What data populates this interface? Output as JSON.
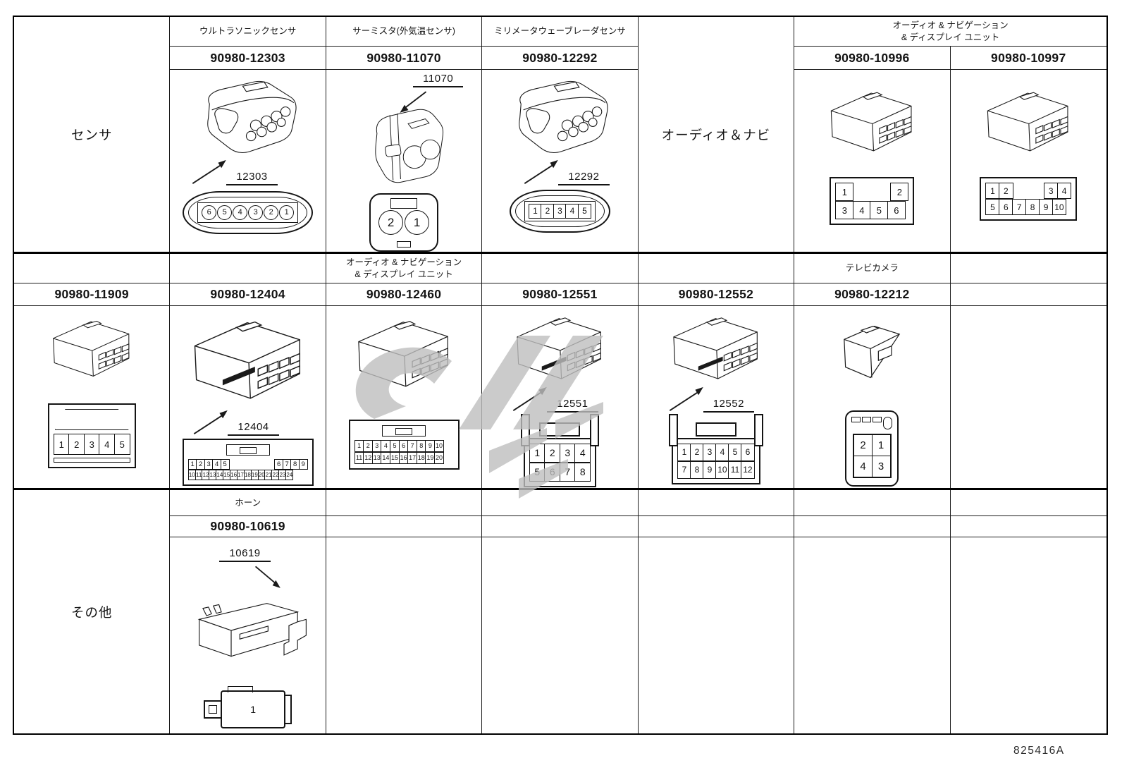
{
  "footer": {
    "figure_code": "825416A"
  },
  "labels": {
    "sensors": "センサ",
    "audio_nav": "オーディオ＆ナビ",
    "others": "その他",
    "tv_camera": "テレビカメラ",
    "audio_nav_unit_line1": "オーディオ & ナビゲーション",
    "audio_nav_unit_line2": "& ディスプレイ  ユニット"
  },
  "cells": {
    "c12303": {
      "header": "ウルトラソニックセンサ",
      "part": "90980-12303",
      "callout": "12303",
      "pins": [
        "6",
        "5",
        "4",
        "3",
        "2",
        "1"
      ]
    },
    "c11070": {
      "header": "サーミスタ(外気温センサ)",
      "part": "90980-11070",
      "callout": "11070",
      "pins": [
        "2",
        "1"
      ]
    },
    "c12292": {
      "header": "ミリメータウェーブレーダセンサ",
      "part": "90980-12292",
      "callout": "12292",
      "pins": [
        "1",
        "2",
        "3",
        "4",
        "5"
      ]
    },
    "c10996": {
      "part": "90980-10996",
      "pins_row1": [
        "1",
        "",
        "2"
      ],
      "pins_row2": [
        "3",
        "4",
        "5",
        "6"
      ]
    },
    "c10997": {
      "part": "90980-10997",
      "pins_row1": [
        "1",
        "2",
        "",
        "3",
        "4"
      ],
      "pins_row2": [
        "5",
        "6",
        "7",
        "8",
        "9",
        "10"
      ]
    },
    "c11909": {
      "part": "90980-11909",
      "pins": [
        "1",
        "2",
        "3",
        "4",
        "5"
      ]
    },
    "c12404": {
      "part": "90980-12404",
      "callout": "12404",
      "pins_row1": [
        "1",
        "2",
        "3",
        "4",
        "5",
        "",
        "6",
        "7",
        "8",
        "9"
      ],
      "pins_row2": [
        "10",
        "11",
        "12",
        "13",
        "14",
        "15",
        "16",
        "17",
        "18",
        "19",
        "20",
        "21",
        "22",
        "23",
        "24"
      ]
    },
    "c12460": {
      "part": "90980-12460",
      "pins_row1": [
        "1",
        "2",
        "3",
        "4",
        "5",
        "6",
        "7",
        "8",
        "9",
        "10"
      ],
      "pins_row2": [
        "11",
        "12",
        "13",
        "14",
        "15",
        "16",
        "17",
        "18",
        "19",
        "20"
      ]
    },
    "c12551": {
      "part": "90980-12551",
      "callout": "12551",
      "pins_row1": [
        "1",
        "2",
        "3",
        "4"
      ],
      "pins_row2": [
        "5",
        "6",
        "7",
        "8"
      ]
    },
    "c12552": {
      "part": "90980-12552",
      "callout": "12552",
      "pins_row1": [
        "1",
        "2",
        "3",
        "4",
        "5",
        "6"
      ],
      "pins_row2": [
        "7",
        "8",
        "9",
        "10",
        "11",
        "12"
      ]
    },
    "c12212": {
      "part": "90980-12212",
      "pins_row1": [
        "2",
        "1"
      ],
      "pins_row2": [
        "4",
        "3"
      ]
    },
    "c10619": {
      "header": "ホーン",
      "part": "90980-10619",
      "callout": "10619",
      "pins": [
        "1"
      ]
    }
  }
}
